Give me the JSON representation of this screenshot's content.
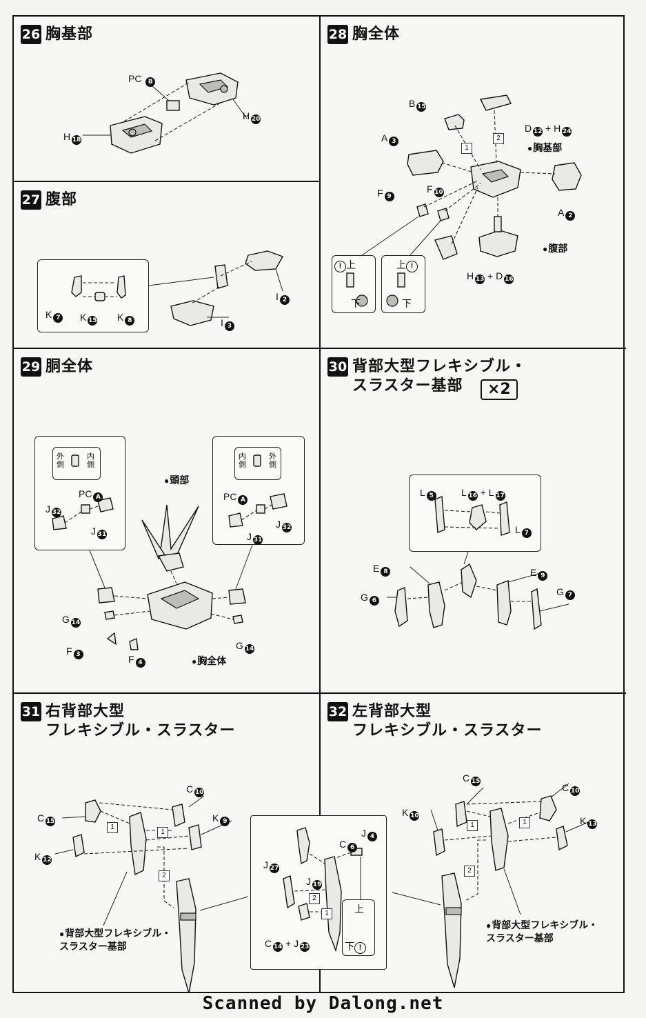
{
  "steps": {
    "s26": {
      "num": "26",
      "title": "胸基部",
      "labels": {
        "pc": "PC",
        "pc_n": "B",
        "h20": "H",
        "h20_n": "20",
        "h18": "H",
        "h18_n": "18"
      }
    },
    "s27": {
      "num": "27",
      "title": "腹部",
      "labels": {
        "k7": "K",
        "k7_n": "7",
        "k15": "K",
        "k15_n": "15",
        "k8": "K",
        "k8_n": "8",
        "i2": "I",
        "i2_n": "2",
        "i3": "I",
        "i3_n": "3"
      }
    },
    "s28": {
      "num": "28",
      "title": "胸全体",
      "labels": {
        "b15": "B",
        "b15_n": "15",
        "d12": "D",
        "d12_n": "12",
        "plus": "+",
        "h24": "H",
        "h24_n": "24",
        "a3": "A",
        "a3_n": "3",
        "chest_base": "胸基部",
        "f9": "F",
        "f9_n": "9",
        "f10": "F",
        "f10_n": "10",
        "a2": "A",
        "a2_n": "2",
        "abdomen": "腹部",
        "h13": "H",
        "h13_n": "13",
        "d16": "D",
        "d16_n": "16",
        "up": "上",
        "down": "下",
        "warn": "!",
        "step1": "1",
        "step2": "2"
      }
    },
    "s29": {
      "num": "29",
      "title": "胴全体",
      "labels": {
        "outer": "外\n側",
        "inner": "内\n側",
        "pc": "PC",
        "pc_n": "A",
        "j32": "J",
        "j32_n": "32",
        "j31": "J",
        "j31_n": "31",
        "head": "頭部",
        "g14": "G",
        "g14_n": "14",
        "f3": "F",
        "f3_n": "3",
        "f4": "F",
        "f4_n": "4",
        "chest_all": "胸全体"
      }
    },
    "s30": {
      "num": "30",
      "title": "背部大型フレキシブル・\nスラスター基部",
      "multiplier": "×2",
      "labels": {
        "l5": "L",
        "l5_n": "5",
        "l16": "L",
        "l16_n": "16",
        "plus": "+",
        "l17": "L",
        "l17_n": "17",
        "l7": "L",
        "l7_n": "7",
        "e8": "E",
        "e8_n": "8",
        "e9": "E",
        "e9_n": "9",
        "g6": "G",
        "g6_n": "6",
        "g7": "G",
        "g7_n": "7"
      }
    },
    "s31": {
      "num": "31",
      "title": "右背部大型\nフレキシブル・スラスター",
      "labels": {
        "c15": "C",
        "c15_n": "15",
        "c10": "C",
        "c10_n": "10",
        "k9": "K",
        "k9_n": "9",
        "k12": "K",
        "k12_n": "12",
        "base": "背部大型フレキシブル・\nスラスター基部",
        "step1": "1",
        "step2": "2"
      }
    },
    "s32": {
      "num": "32",
      "title": "左背部大型\nフレキシブル・スラスター",
      "labels": {
        "c15": "C",
        "c15_n": "15",
        "c10": "C",
        "c10_n": "10",
        "k10": "K",
        "k10_n": "10",
        "k13": "K",
        "k13_n": "13",
        "base": "背部大型フレキシブル・\nスラスター基部",
        "step1": "1",
        "step2": "2"
      }
    },
    "shared": {
      "c6": "C",
      "c6_n": "6",
      "j4": "J",
      "j4_n": "4",
      "j27": "J",
      "j27_n": "27",
      "j19": "J",
      "j19_n": "19",
      "c14": "C",
      "c14_n": "14",
      "plus": "+",
      "j23": "J",
      "j23_n": "23",
      "up": "上",
      "down": "下",
      "warn": "!",
      "step1": "1",
      "step2": "2"
    }
  },
  "footer": "Scanned by Dalong.net"
}
